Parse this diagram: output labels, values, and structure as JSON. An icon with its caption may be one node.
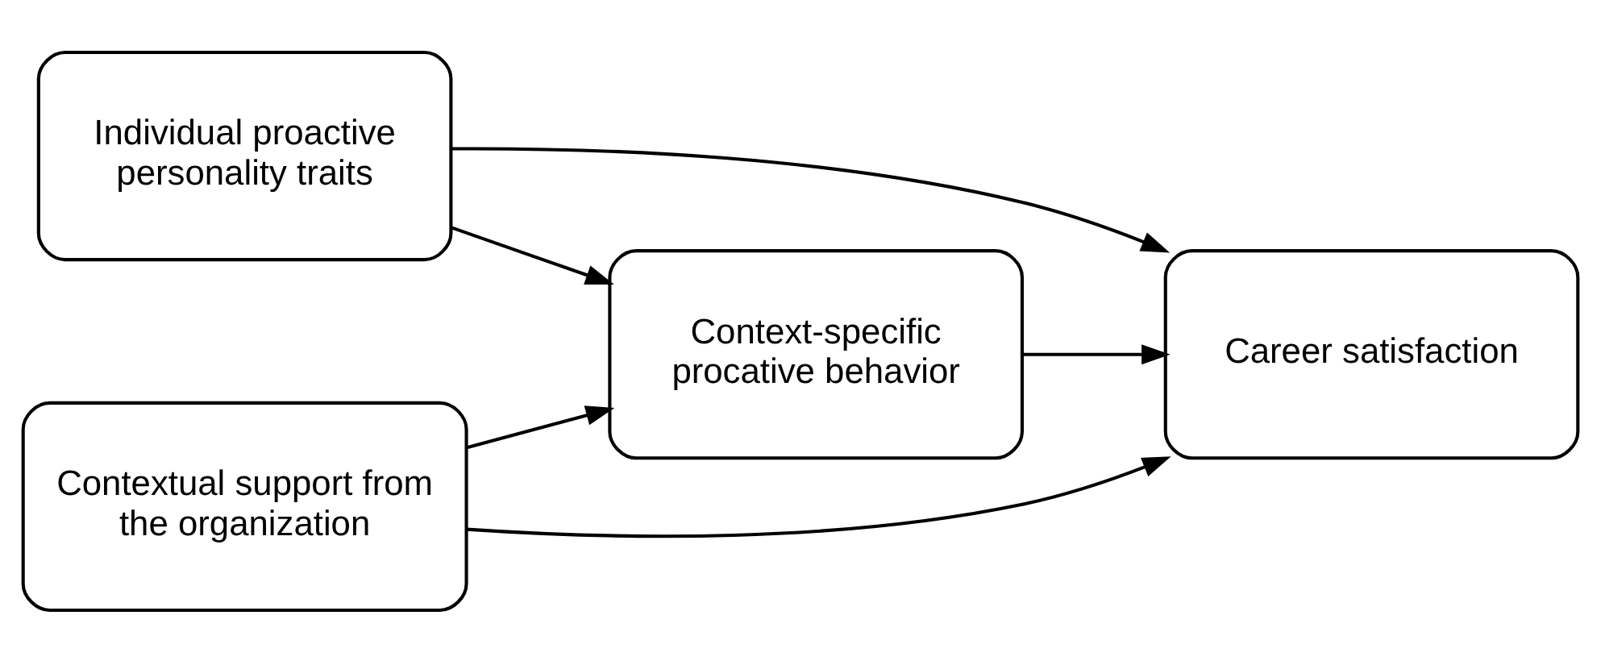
{
  "diagram": {
    "nodes": [
      {
        "text": [
          "Individual proactive personality traits"
        ]
      },
      {
        "text": [
          "Contextual support from the organization"
        ]
      },
      {
        "text": [
          "Context-specific procative behavior"
        ]
      },
      {
        "text": [
          "Career satisfaction"
        ]
      }
    ],
    "edges": [
      {
        "from": 0,
        "to": 3,
        "arrow": "to"
      },
      {
        "from": 0,
        "to": 2,
        "arrow": "to"
      },
      {
        "from": 2,
        "to": 3,
        "arrow": "to"
      },
      {
        "from": 1,
        "to": 2,
        "arrow": "to"
      },
      {
        "from": 1,
        "to": 3,
        "arrow": "to"
      }
    ]
  }
}
